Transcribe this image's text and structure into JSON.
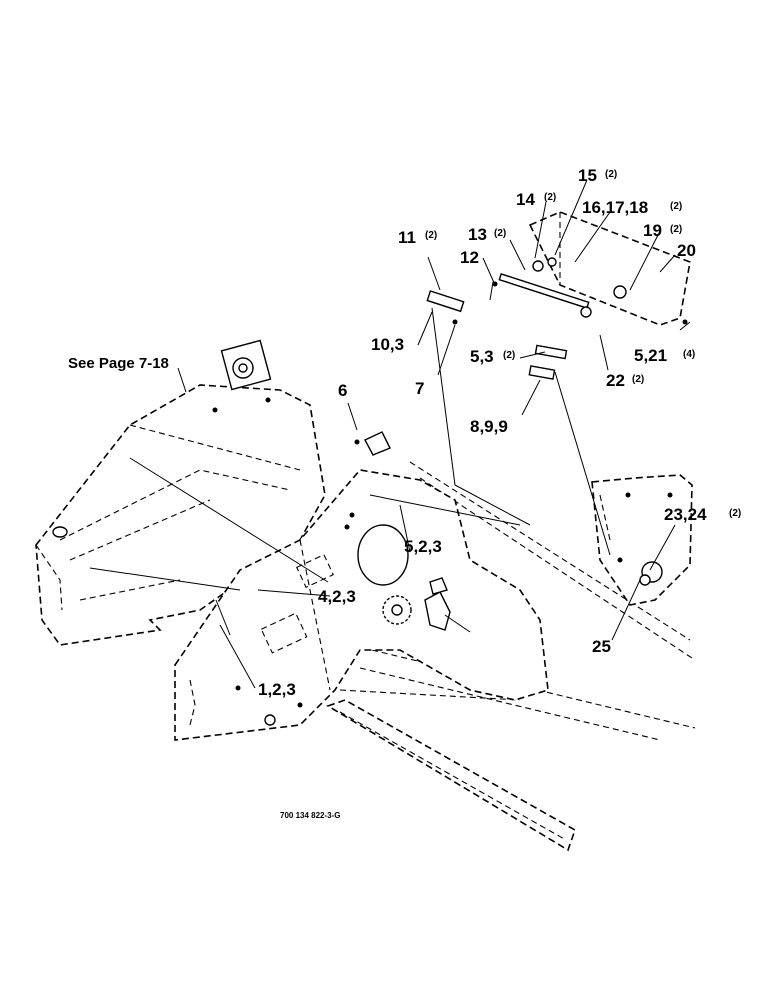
{
  "labels": {
    "see_page": "See Page 7-18",
    "l6": "6",
    "l7": "7",
    "l8_9_9": "8,9,9",
    "l10_3": "10,3",
    "l11": "11",
    "l11_qty": "(2)",
    "l12": "12",
    "l13": "13",
    "l13_qty": "(2)",
    "l14": "14",
    "l14_qty": "(2)",
    "l15": "15",
    "l15_qty": "(2)",
    "l16_17_18": "16,17,18",
    "l16_17_18_qty": "(2)",
    "l19": "19",
    "l19_qty": "(2)",
    "l20": "20",
    "l5_3": "5,3",
    "l5_3_qty": "(2)",
    "l5_21": "5,21",
    "l5_21_qty": "(4)",
    "l22": "22",
    "l22_qty": "(2)",
    "l5_2_3": "5,2,3",
    "l4_2_3": "4,2,3",
    "l1_2_3": "1,2,3",
    "l23_24": "23,24",
    "l23_24_qty": "(2)",
    "l25": "25"
  },
  "drawing_number": "700 134 822-3-G"
}
